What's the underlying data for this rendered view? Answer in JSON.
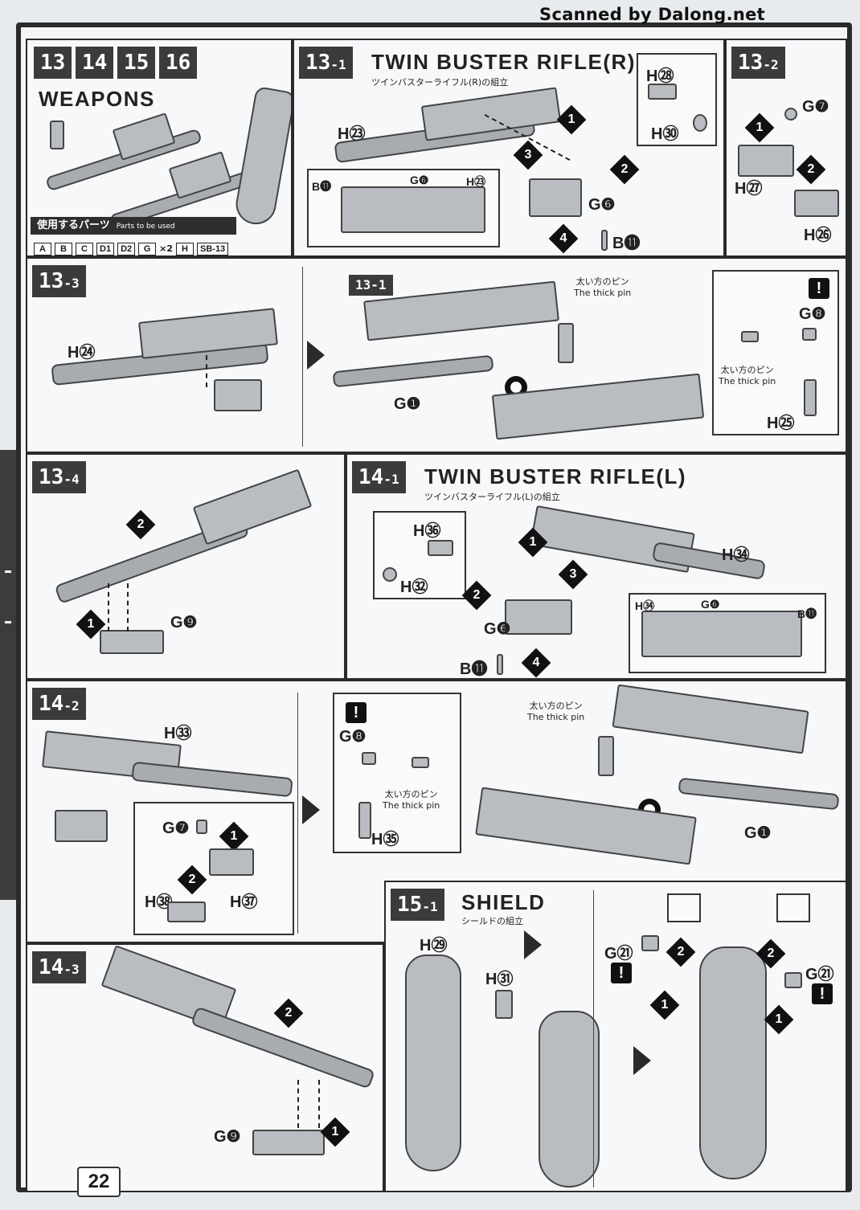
{
  "watermark": "Scanned by Dalong.net",
  "page_number": "22",
  "weapons": {
    "steps": [
      "13",
      "14",
      "15",
      "16"
    ],
    "title": "WEAPONS",
    "parts_heading": "使用するパーツ",
    "parts_heading_en": "Parts to be used",
    "parts": [
      "A",
      "B",
      "C",
      "D1",
      "D2",
      "G",
      "×2",
      "H",
      "SB-13"
    ]
  },
  "s13_1": {
    "step": "13",
    "sub": "-1",
    "title": "TWIN BUSTER RIFLE(R)",
    "subtitle": "ツインバスターライフル(R)の組立",
    "labels": [
      "H㉓",
      "H㉘",
      "H㉚",
      "G❻",
      "B⓫"
    ],
    "inset_labels": [
      "B⓫",
      "G❻",
      "H㉓"
    ],
    "nums": [
      "1",
      "2",
      "3",
      "4"
    ]
  },
  "s13_2": {
    "step": "13",
    "sub": "-2",
    "labels": [
      "G❼",
      "H㉗",
      "H㉖"
    ],
    "nums": [
      "1",
      "2"
    ]
  },
  "s13_3": {
    "step": "13",
    "sub": "-3",
    "ref": "13-1",
    "labels": [
      "H㉔",
      "G❶",
      "G❽",
      "H㉕"
    ],
    "thick_pin_jp": "太い方のピン",
    "thick_pin_en": "The thick pin"
  },
  "s13_4": {
    "step": "13",
    "sub": "-4",
    "labels": [
      "G❾"
    ],
    "nums": [
      "1",
      "2"
    ]
  },
  "s14_1": {
    "step": "14",
    "sub": "-1",
    "title": "TWIN BUSTER RIFLE(L)",
    "subtitle": "ツインバスターライフル(L)の組立",
    "labels": [
      "H㊱",
      "H㉜",
      "H㉞",
      "G❻",
      "B⓫"
    ],
    "inset_labels": [
      "H㉞",
      "G❻",
      "B⓫"
    ],
    "nums": [
      "1",
      "2",
      "3",
      "4"
    ]
  },
  "s14_2": {
    "step": "14",
    "sub": "-2",
    "labels": [
      "H㉝",
      "G❼",
      "H㊳",
      "H㊲",
      "G❽",
      "H㉟",
      "G❶"
    ],
    "thick_pin_jp": "太い方のピン",
    "thick_pin_en": "The thick pin",
    "nums": [
      "1",
      "2"
    ]
  },
  "s14_3": {
    "step": "14",
    "sub": "-3",
    "labels": [
      "G❾"
    ],
    "nums": [
      "1",
      "2"
    ]
  },
  "s15_1": {
    "step": "15",
    "sub": "-1",
    "title": "SHIELD",
    "subtitle": "シールドの組立",
    "labels": [
      "H㉙",
      "H㉛",
      "G㉑",
      "G㉑"
    ],
    "nums": [
      "1",
      "2"
    ]
  }
}
